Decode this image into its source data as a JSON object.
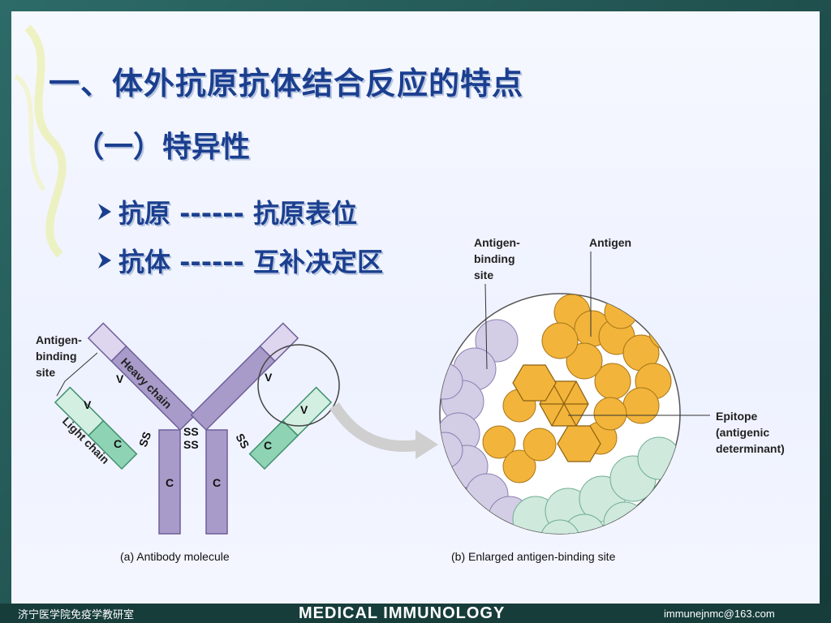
{
  "slide": {
    "title": "一、体外抗原抗体结合反应的特点",
    "subtitle": "（一）特异性",
    "bullets": [
      {
        "text": "抗原 ------ 抗原表位"
      },
      {
        "text": "抗体 ------ 互补决定区"
      }
    ]
  },
  "diagram_a": {
    "antigen_binding_site_label": [
      "Antigen-",
      "binding",
      "site"
    ],
    "heavy_chain_label": "Heavy chain",
    "light_chain_label": "Light chain",
    "domain_v": "V",
    "domain_c": "C",
    "disulfide": "SS",
    "caption": "(a) Antibody molecule"
  },
  "diagram_b": {
    "antigen_binding_site_label": [
      "Antigen-",
      "binding",
      "site"
    ],
    "antigen_label": "Antigen",
    "epitope_label": [
      "Epitope",
      "(antigenic",
      "determinant)"
    ],
    "caption": "(b) Enlarged antigen-binding site"
  },
  "footer": {
    "left": "济宁医学院免疫学教研室",
    "center": "MEDICAL IMMUNOLOGY",
    "right": "immunejnmc@163.com"
  },
  "colors": {
    "heavy_chain": "#a99bc9",
    "light_chain": "#8fd3b5",
    "antigen": "#f2b43a",
    "heavy_circles": "#d3cde6",
    "light_circles": "#cfe9dc",
    "title": "#1b3f8f"
  }
}
